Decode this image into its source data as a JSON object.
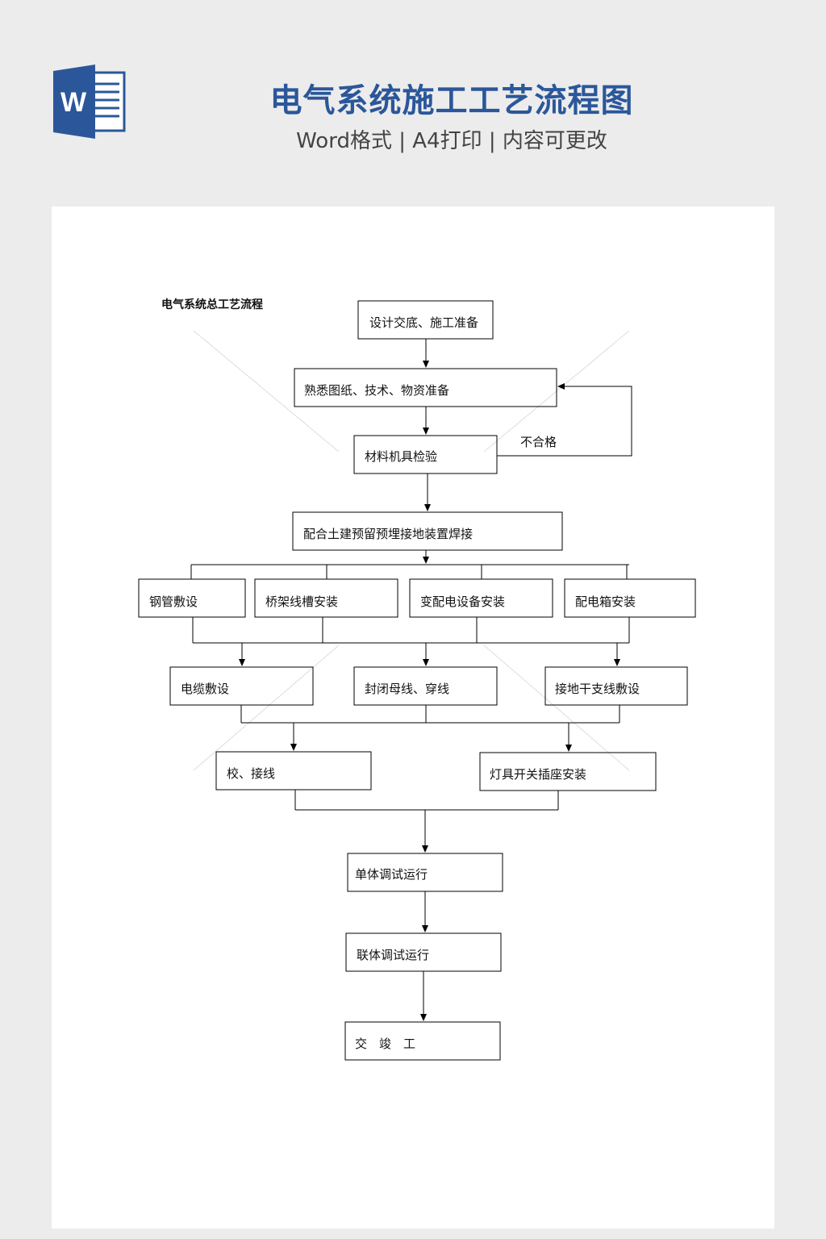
{
  "header": {
    "title": "电气系统施工工艺流程图",
    "subtitle": "Word格式 | A4打印 | 内容可更改",
    "word_icon_letter": "W",
    "icon": "word-document-icon",
    "accent_color": "#2b579a"
  },
  "document": {
    "heading": "电气系统总工艺流程",
    "steps": [
      "设计交底、施工准备",
      "熟悉图纸、技术、物资准备",
      "材料机具检验",
      "配合土建预留预埋接地装置焊接",
      "钢管敷设",
      "桥架线槽安装",
      "变配电设备安装",
      "配电箱安装",
      "电缆敷设",
      "封闭母线、穿线",
      "接地干支线敷设",
      "校、接线",
      "灯具开关插座安装",
      "单体调试运行",
      "联体调试运行",
      "交　竣　工"
    ],
    "reject_label": "不合格"
  }
}
